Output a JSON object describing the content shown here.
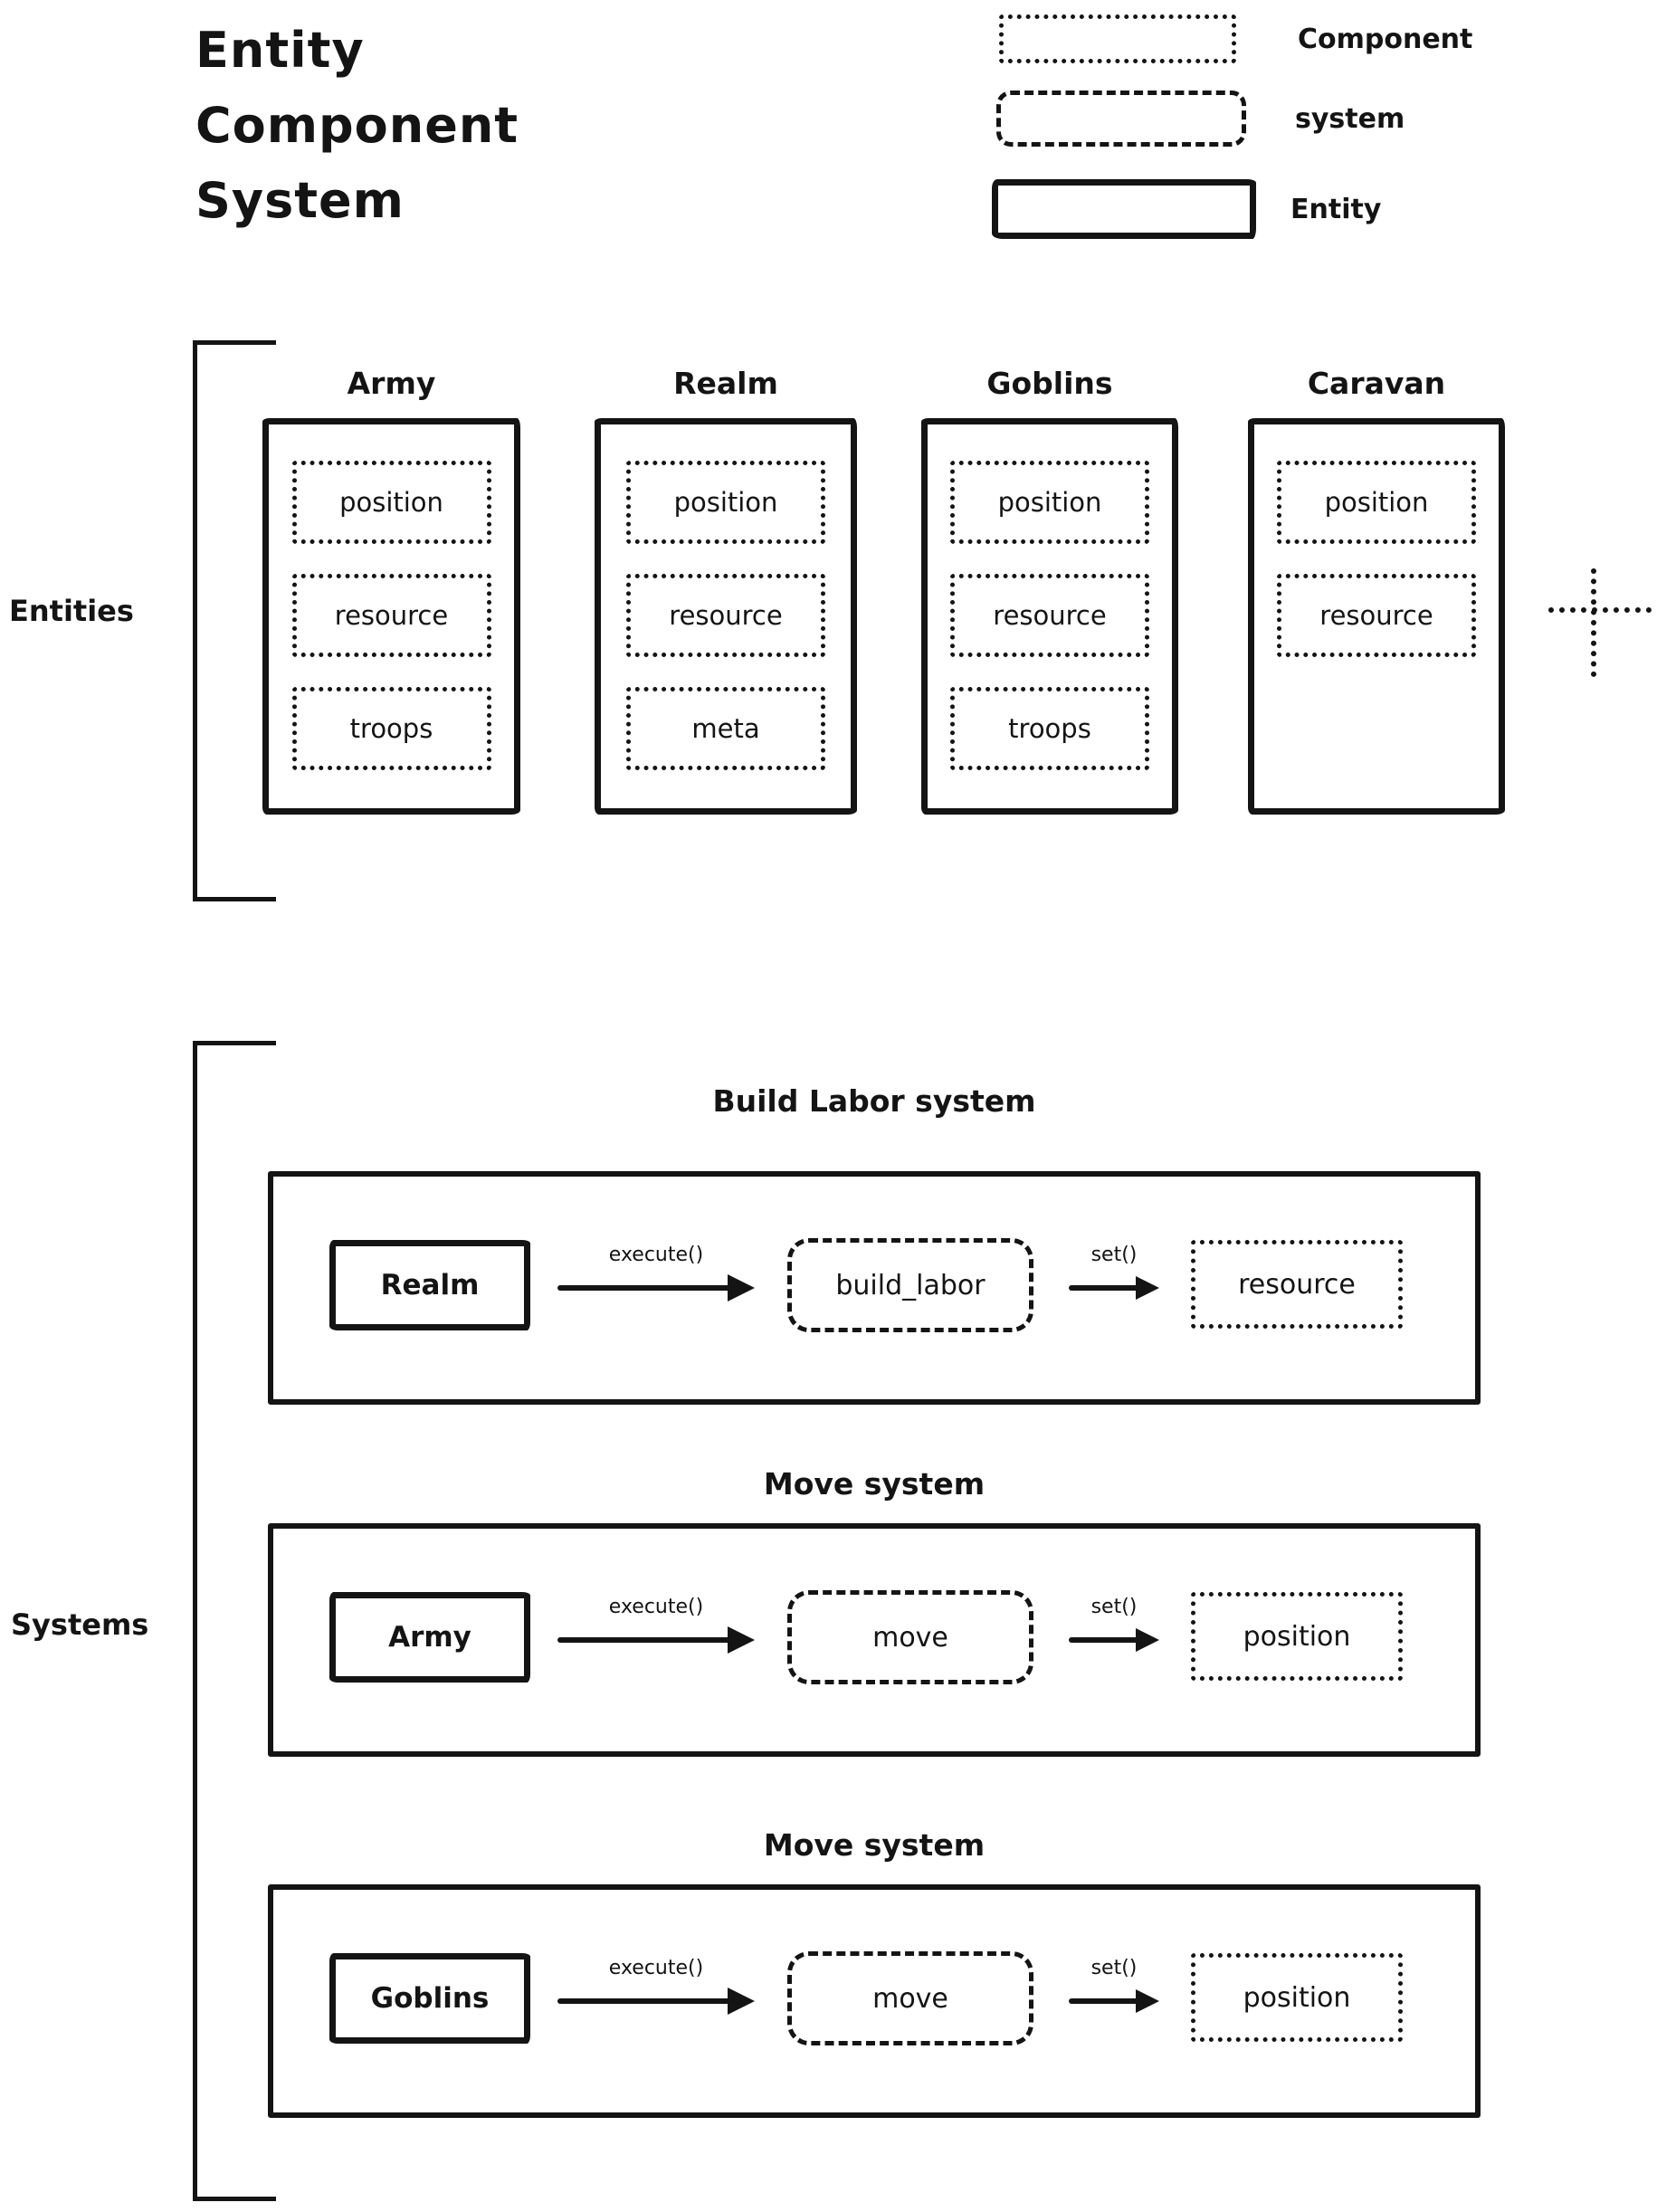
{
  "title": {
    "lines": [
      "Entity",
      "Component",
      "System"
    ]
  },
  "legend": {
    "items": [
      {
        "style": "component",
        "label": "Component"
      },
      {
        "style": "system",
        "label": "system"
      },
      {
        "style": "entity",
        "label": "Entity"
      }
    ]
  },
  "entities_section": {
    "label": "Entities",
    "entities": [
      {
        "name": "Army",
        "components": [
          "position",
          "resource",
          "troops"
        ]
      },
      {
        "name": "Realm",
        "components": [
          "position",
          "resource",
          "meta"
        ]
      },
      {
        "name": "Goblins",
        "components": [
          "position",
          "resource",
          "troops"
        ]
      },
      {
        "name": "Caravan",
        "components": [
          "position",
          "resource"
        ]
      }
    ]
  },
  "systems_section": {
    "label": "Systems",
    "systems": [
      {
        "title": "Build Labor system",
        "entity": "Realm",
        "execute_label": "execute()",
        "system": "build_labor",
        "set_label": "set()",
        "component": "resource"
      },
      {
        "title": "Move system",
        "entity": "Army",
        "execute_label": "execute()",
        "system": "move",
        "set_label": "set()",
        "component": "position"
      },
      {
        "title": "Move system",
        "entity": "Goblins",
        "execute_label": "execute()",
        "system": "move",
        "set_label": "set()",
        "component": "position"
      }
    ]
  },
  "colors": {
    "ink": "#141414",
    "background": "#ffffff"
  }
}
